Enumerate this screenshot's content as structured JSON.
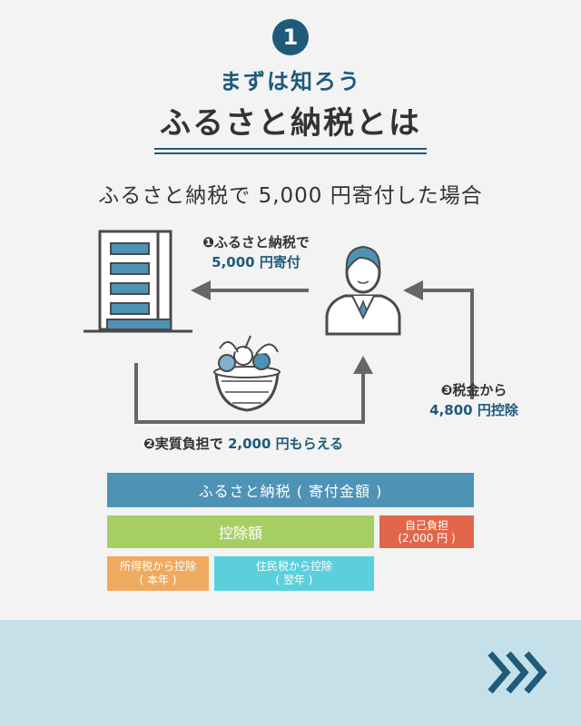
{
  "step": {
    "number": "1"
  },
  "header": {
    "eyebrow": "まずは知ろう",
    "title": "ふるさと納税とは"
  },
  "subtitle": "ふるさと納税で 5,000 円寄付した場合",
  "flow": {
    "step1": {
      "line1": "❶ふるさと納税で",
      "line2": "5,000 円寄付"
    },
    "step2": {
      "text": "❷実質負担で ",
      "amount": "2,000 円もらえる"
    },
    "step3": {
      "line1": "❸税金から",
      "line2": "4,800 円控除"
    },
    "icons": [
      "office-building-icon",
      "business-person-icon",
      "vegetable-basket-icon"
    ]
  },
  "breakdown": {
    "total": "ふるさと納税 ( 寄付金額 )",
    "deduction": "控除額",
    "self_burden": {
      "line1": "自己負担",
      "line2": "(2,000 円 )"
    },
    "income_tax": {
      "line1": "所得税から控除",
      "line2": "( 本年 )"
    },
    "resident_tax": {
      "line1": "住民税から控除",
      "line2": "( 翌年 )"
    }
  },
  "footer": {
    "next_icon": "triple-chevron-right-icon"
  },
  "colors": {
    "primary": "#1f5a7a",
    "blue_bar": "#4e93b6",
    "green_bar": "#a6cf63",
    "red_bar": "#e2674a",
    "orange_bar": "#eeaa5e",
    "cyan_bar": "#5ccfdc",
    "footer": "#c5e0e8"
  }
}
